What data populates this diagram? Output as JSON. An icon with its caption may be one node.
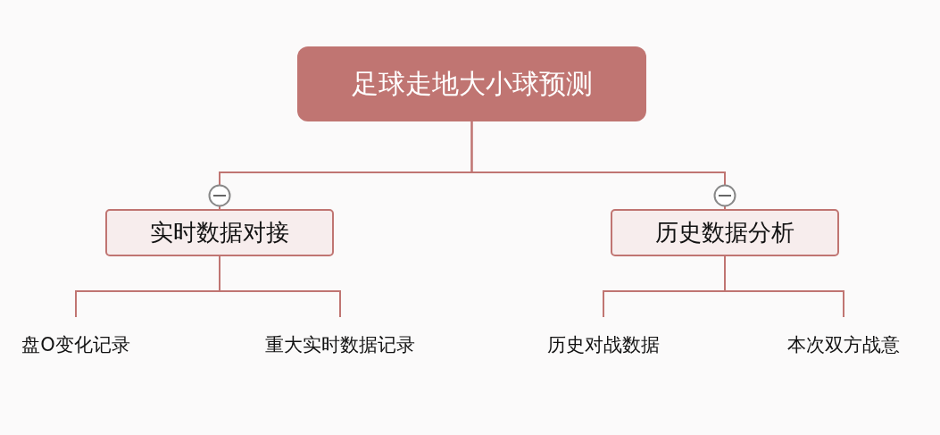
{
  "diagram": {
    "nodes": [
      {
        "text": [
          "足球走地大小球预测"
        ]
      },
      {
        "text": [
          "实时数据对接"
        ]
      },
      {
        "text": [
          "历史数据分析"
        ]
      },
      {
        "text": [
          "盘O变化记录"
        ]
      },
      {
        "text": [
          "重大实时数据记录"
        ]
      },
      {
        "text": [
          "历史对战数据"
        ]
      },
      {
        "text": [
          "本次双方战意"
        ]
      }
    ],
    "edges": [
      {
        "from": 0,
        "to": 1,
        "arrow": "none"
      },
      {
        "from": 0,
        "to": 2,
        "arrow": "none"
      },
      {
        "from": 1,
        "to": 3,
        "arrow": "none"
      },
      {
        "from": 1,
        "to": 4,
        "arrow": "none"
      },
      {
        "from": 2,
        "to": 5,
        "arrow": "none"
      },
      {
        "from": 2,
        "to": 6,
        "arrow": "none"
      }
    ]
  }
}
